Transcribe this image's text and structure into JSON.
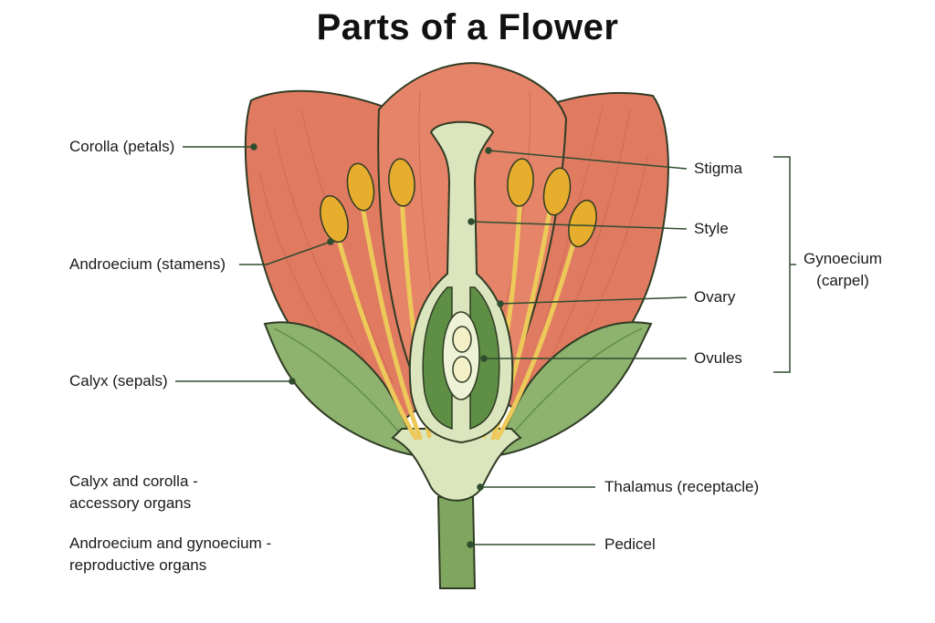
{
  "title": "Parts of a Flower",
  "labels": {
    "corolla": "Corolla (petals)",
    "androecium": "Androecium (stamens)",
    "calyx": "Calyx (sepals)",
    "stigma": "Stigma",
    "style": "Style",
    "ovary": "Ovary",
    "ovules": "Ovules",
    "thalamus": "Thalamus (receptacle)",
    "pedicel": "Pedicel",
    "gynoecium_line1": "Gynoecium",
    "gynoecium_line2": "(carpel)"
  },
  "notes": {
    "accessory_line1": "Calyx and corolla -",
    "accessory_line2": "accessory organs",
    "reproductive_line1": "Androecium and gynoecium -",
    "reproductive_line2": "reproductive organs"
  },
  "colors": {
    "petal": "#e07b61",
    "petal_dark": "#c9654d",
    "sepal": "#8db36e",
    "sepal_light": "#a9c98b",
    "carpel": "#dbe6bf",
    "ovary_wall": "#5f8f45",
    "anther": "#e7ae2e",
    "filament": "#edc95a",
    "outline": "#2f3b24"
  }
}
